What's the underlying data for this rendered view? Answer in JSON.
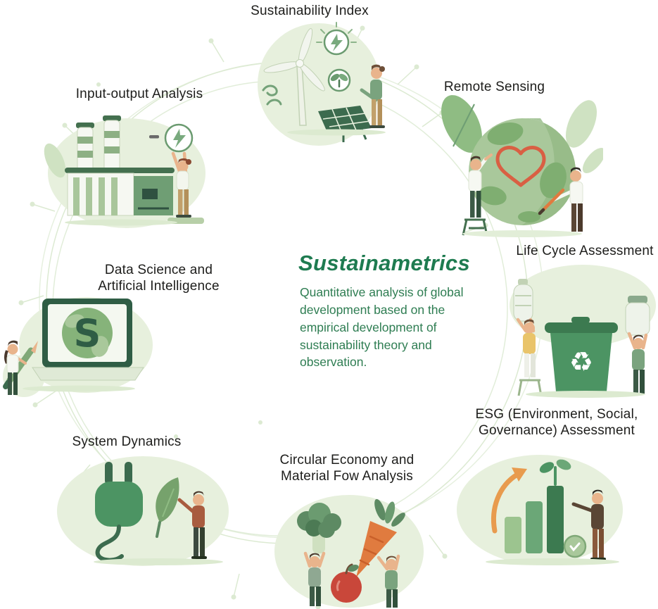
{
  "center": {
    "title": "Sustainametrics",
    "description": "Quantitative analysis of global development based on the empirical development of sustainability theory and observation."
  },
  "nodes": [
    {
      "id": "sustainability-index",
      "label": "Sustainability Index",
      "icons": [
        "wind-turbine-icon",
        "lightning-circle-icon",
        "sprout-circle-icon",
        "solar-panel-icon",
        "person-icon",
        "wind-icon"
      ]
    },
    {
      "id": "input-output-analysis",
      "label": "Input-output Analysis",
      "icons": [
        "factory-icon",
        "chimney-icon",
        "lightning-circle-icon",
        "minus-icon",
        "person-icon"
      ]
    },
    {
      "id": "remote-sensing",
      "label": "Remote Sensing",
      "icons": [
        "earth-icon",
        "heart-icon",
        "leaf-icon",
        "person-icon",
        "stool-icon"
      ]
    },
    {
      "id": "data-science-ai",
      "label": "Data Science and Artificial Intelligence",
      "glyph": "S",
      "icons": [
        "laptop-icon",
        "globe-icon",
        "pencil-icon",
        "person-icon"
      ]
    },
    {
      "id": "life-cycle-assessment",
      "label": "Life Cycle Assessment",
      "recycle_symbol": "♻",
      "icons": [
        "recycle-bin-icon",
        "bottle-icon",
        "jar-icon",
        "person-icon",
        "stool-icon"
      ]
    },
    {
      "id": "system-dynamics",
      "label": "System Dynamics",
      "icons": [
        "plug-icon",
        "leaf-icon",
        "person-icon"
      ]
    },
    {
      "id": "circular-economy",
      "label": "Circular Economy and Material Fow Analysis",
      "icons": [
        "broccoli-icon",
        "carrot-icon",
        "apple-icon",
        "person-icon"
      ]
    },
    {
      "id": "esg-assessment",
      "label": "ESG (Environment, Social, Governance) Assessment",
      "icons": [
        "bar-chart-icon",
        "plant-icon",
        "growth-arrow-icon",
        "coin-icon",
        "person-icon"
      ]
    }
  ],
  "colors": {
    "title_green": "#1e7b50",
    "desc_green": "#2e7d52",
    "label_text": "#1d1d1b",
    "blob": "#e7f0dd",
    "dark_green": "#3c6b4e",
    "mid_green": "#6f9e74",
    "light_green": "#a9c89b",
    "accent_orange": "#e89b4e",
    "carrot_orange": "#e07b3f",
    "heart_red": "#d95f43",
    "apple_red": "#c9473a",
    "network_line": "#dcead2"
  }
}
